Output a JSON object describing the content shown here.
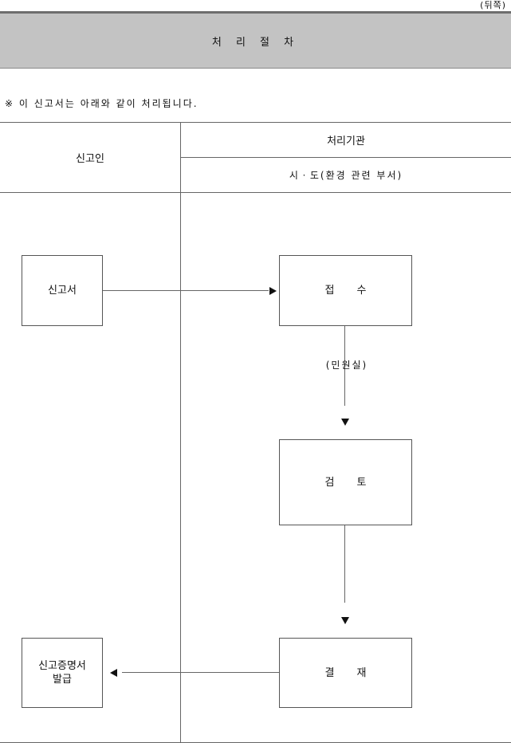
{
  "page": {
    "back_label": "(뒤쪽)"
  },
  "header": {
    "title": "처 리 절 차"
  },
  "note": "※ 이 신고서는 아래와 같이 처리됩니다.",
  "table": {
    "applicant_header": "신고인",
    "agency_header": "처리기관",
    "agency_sub_header": "시ㆍ도(환경 관련 부서)"
  },
  "flow": {
    "report_form": "신고서",
    "receipt": "접 수",
    "receipt_office": "(민원실)",
    "review": "검 토",
    "approval": "결 재",
    "certificate_line1": "신고증명서",
    "certificate_line2": "발급"
  }
}
